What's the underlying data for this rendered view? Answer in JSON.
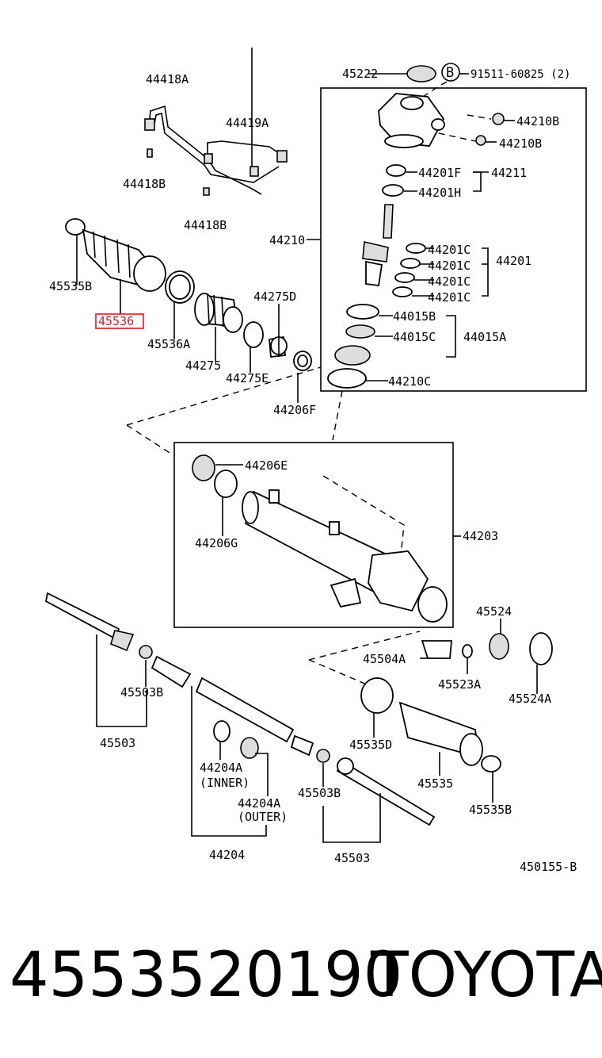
{
  "labels": {
    "l44418A": "44418A",
    "l44419A": "44419A",
    "l44418B_1": "44418B",
    "l44418B_2": "44418B",
    "l45222": "45222",
    "lB": "B",
    "l91511": "91511-60825 (2)",
    "l44210B_1": "44210B",
    "l44210B_2": "44210B",
    "l44201F": "44201F",
    "l44211": "44211",
    "l44201H": "44201H",
    "l44210": "44210",
    "l44201C_1": "44201C",
    "l44201C_2": "44201C",
    "l44201C_3": "44201C",
    "l44201C_4": "44201C",
    "l44201": "44201",
    "l44015B": "44015B",
    "l44015C": "44015C",
    "l44015A": "44015A",
    "l44210C": "44210C",
    "l45535B_1": "45535B",
    "l45536": "45536",
    "l45536A": "45536A",
    "l44275": "44275",
    "l44275D": "44275D",
    "l44275E": "44275E",
    "l44206F": "44206F",
    "l44206E": "44206E",
    "l44206G": "44206G",
    "l44203": "44203",
    "l45524": "45524",
    "l45504A": "45504A",
    "l45523A": "45523A",
    "l45524A": "45524A",
    "l45503B_1": "45503B",
    "l45503_1": "45503",
    "l45535D": "45535D",
    "l44204A_1": "44204A",
    "l44204A_inner": "(INNER)",
    "l44204A_2": "44204A",
    "l44204A_outer": "(OUTER)",
    "l44204": "44204",
    "l45503B_2": "45503B",
    "l45535": "45535",
    "l45535B_2": "45535B",
    "l45503_2": "45503",
    "l450155B": "450155-B"
  },
  "highlight_color": "#e0191f",
  "footer": {
    "part_number": "4553520190",
    "brand": "TOYOTA"
  }
}
